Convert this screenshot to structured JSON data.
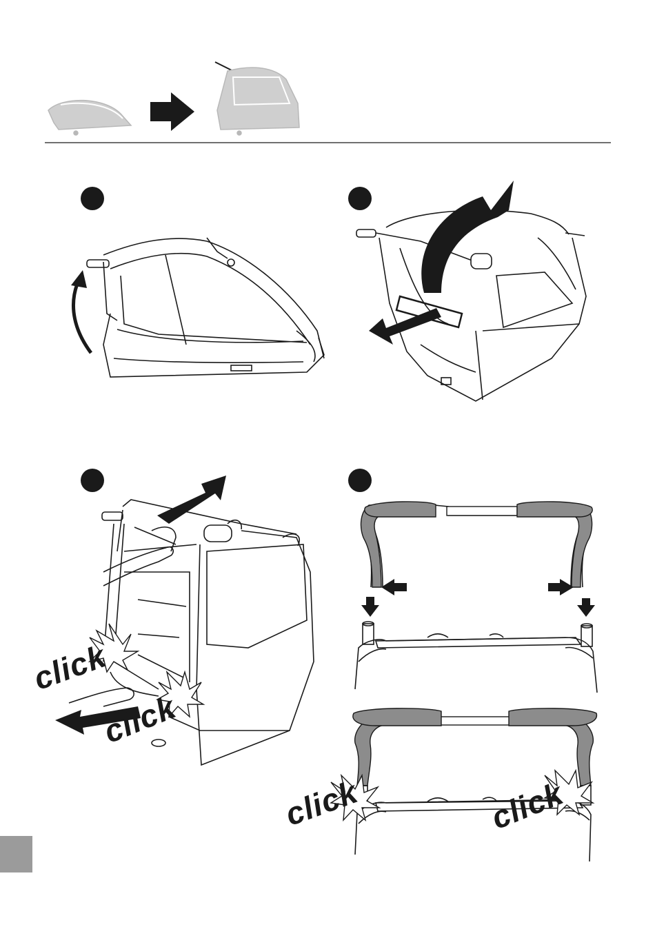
{
  "sound_effects": {
    "step3_left": "click",
    "step3_bottom": "click",
    "step4_left": "click",
    "step4_right": "click"
  },
  "colors": {
    "ink": "#1a1a1a",
    "ghost": "#c8c8c8",
    "handle_grip": "#8c8c8c",
    "page_tab": "#9b9b9b"
  }
}
